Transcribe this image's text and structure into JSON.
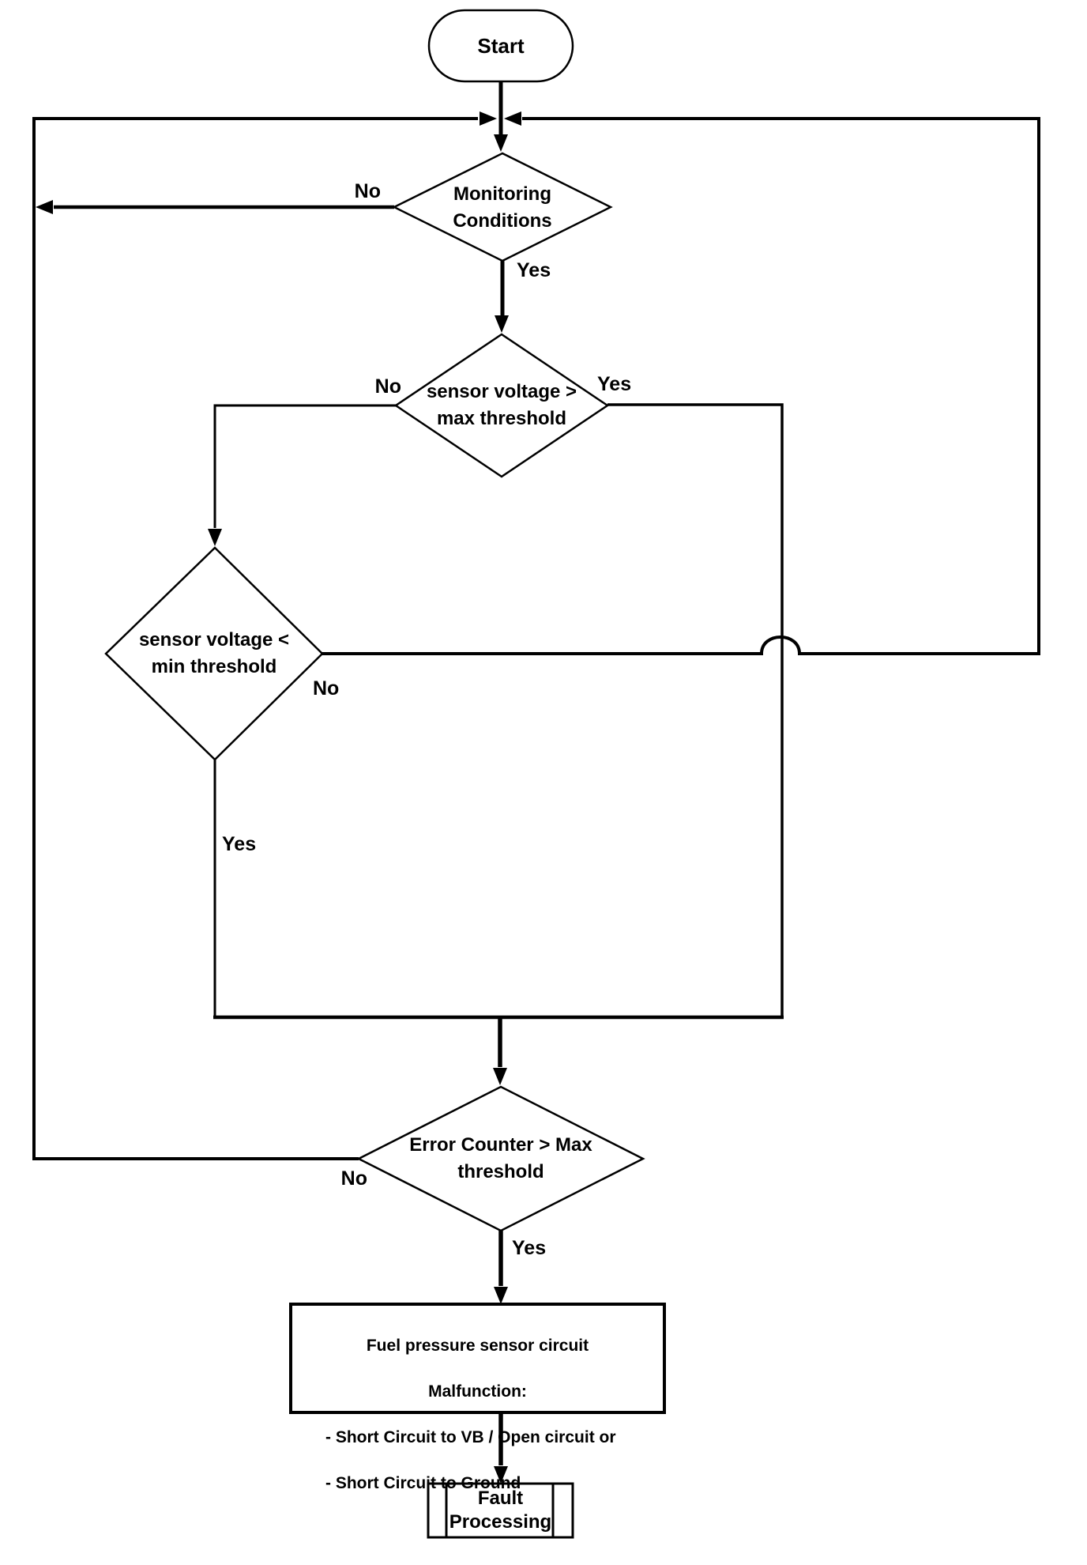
{
  "diagram": {
    "type": "flowchart",
    "background_color": "#ffffff",
    "line_color": "#000000",
    "text_color": "#000000",
    "nodes": {
      "start": {
        "shape": "terminator",
        "label": "Start"
      },
      "monitoring_conditions": {
        "shape": "decision",
        "label": "Monitoring\nConditions"
      },
      "sensor_voltage_max": {
        "shape": "decision",
        "label": "sensor voltage >\nmax threshold"
      },
      "sensor_voltage_min": {
        "shape": "decision",
        "label": "sensor voltage <\nmin threshold"
      },
      "error_counter": {
        "shape": "decision",
        "label": "Error Counter > Max\nthreshold"
      },
      "malfunction": {
        "shape": "process",
        "lines": [
          "Fuel pressure sensor circuit",
          "Malfunction:",
          "- Short Circuit to VB / Open circuit or",
          "- Short Circuit to Ground"
        ]
      },
      "fault_processing": {
        "shape": "predefined-process",
        "label": "Fault\nProcessing"
      }
    },
    "edge_labels": {
      "monitoring_no": "No",
      "monitoring_yes": "Yes",
      "sensor_voltage_max_no": "No",
      "sensor_voltage_max_yes": "Yes",
      "sensor_voltage_min_no": "No",
      "sensor_voltage_min_yes": "Yes",
      "error_counter_no": "No",
      "error_counter_yes": "Yes"
    }
  }
}
